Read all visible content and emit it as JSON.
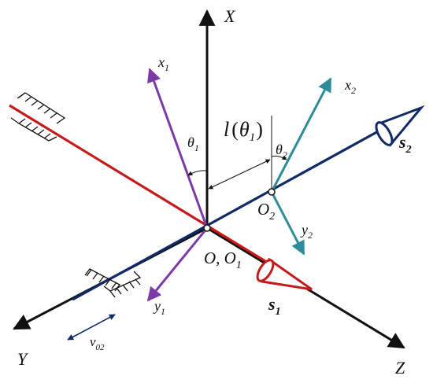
{
  "axes": {
    "X": "X",
    "Y": "Y",
    "Z": "Z"
  },
  "frame1": {
    "x": "x",
    "x_sub": "1",
    "y": "y",
    "y_sub": "1"
  },
  "frame2": {
    "x": "x",
    "x_sub": "2",
    "y": "y",
    "y_sub": "2"
  },
  "angles": {
    "theta1": "θ",
    "theta1_sub": "1",
    "theta2": "θ",
    "theta2_sub": "2"
  },
  "distance": {
    "l": "l",
    "open": "(",
    "theta": "θ",
    "theta_sub": "1",
    "close": ")"
  },
  "points": {
    "origin": "O, O",
    "origin_sub": "1",
    "o2": "O",
    "o2_sub": "2"
  },
  "shafts": {
    "s1": "s",
    "s1_sub": "1",
    "s2": "s",
    "s2_sub": "2"
  },
  "velocity": {
    "v": "v",
    "v_sub": "02"
  },
  "colors": {
    "axis": "#111111",
    "red_shaft": "#c41a1a",
    "blue_shaft": "#102a66",
    "frame1": "#7b3aa8",
    "frame2": "#2e8c9a"
  }
}
